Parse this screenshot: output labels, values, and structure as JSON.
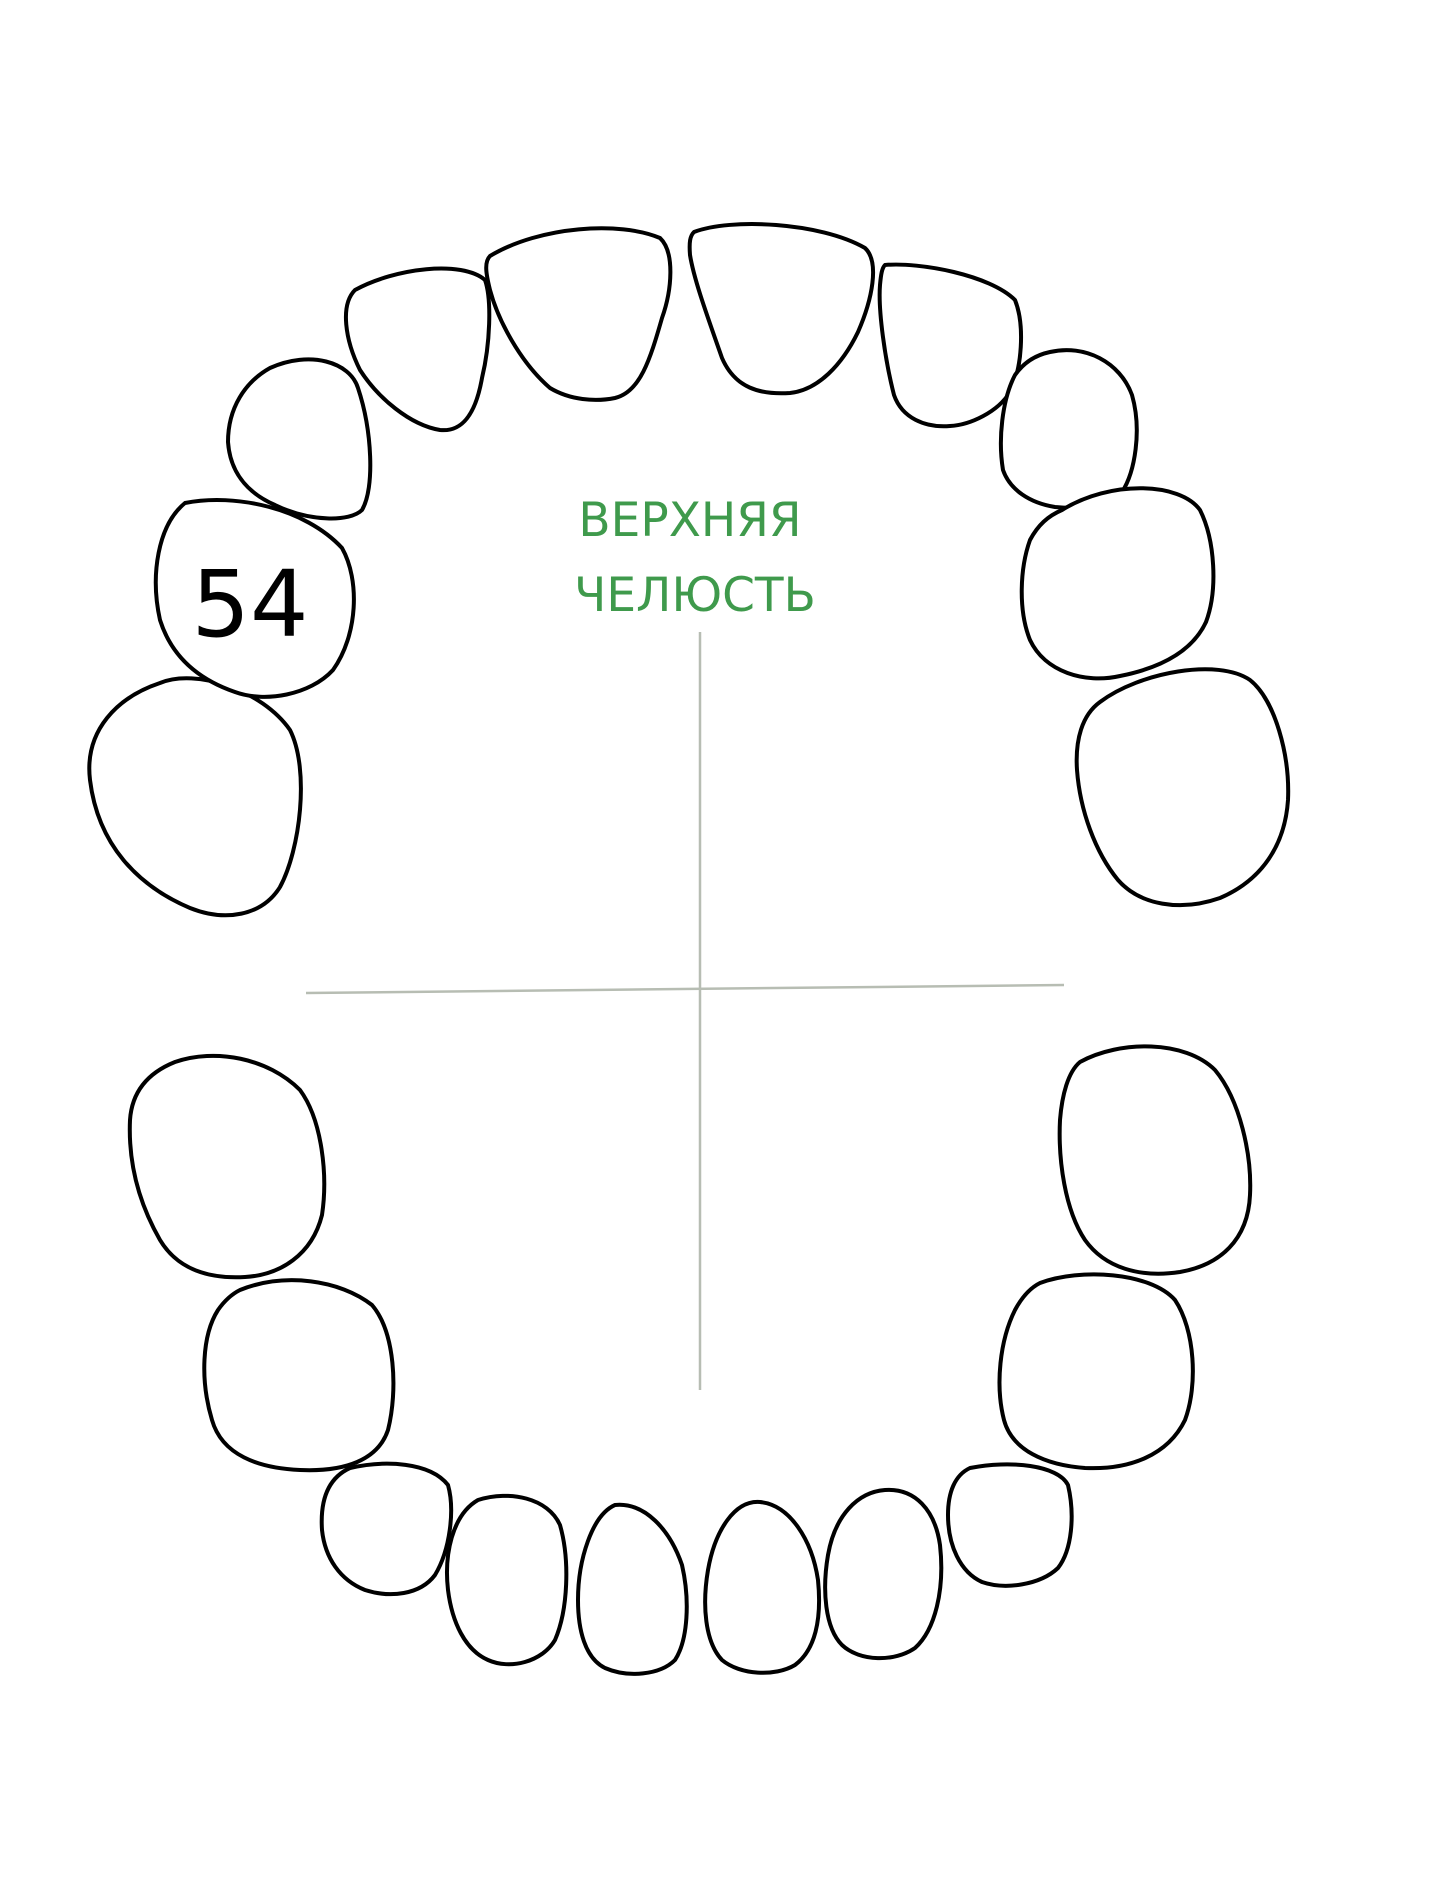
{
  "diagram": {
    "upper_jaw_title": {
      "line1": "ВЕРХНЯЯ",
      "line2": "ЧЕЛЮСТЬ"
    },
    "labeled_tooth_number": "54",
    "upper_teeth_count": 10,
    "lower_teeth_count": 10,
    "colors": {
      "title": "#3f9a4c",
      "tooth_outline": "#000000",
      "axis_lines": "#b7bdb3",
      "background": "#ffffff"
    }
  }
}
